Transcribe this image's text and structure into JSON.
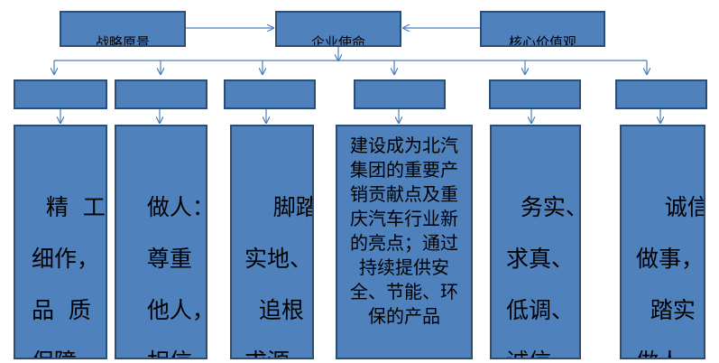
{
  "diagram": {
    "top_row": {
      "vision": "战略原景",
      "mission": "企业使命",
      "values": "核心价值观"
    },
    "columns": [
      {
        "header": "",
        "text": "精  工\n细作，\n品  质\n保障，"
      },
      {
        "header": "",
        "text": "做人：\n  尊重\n  他人，\n  相信"
      },
      {
        "header": "",
        "text": "  脚踏\n实地、\n  追根\n求源、"
      },
      {
        "header": "",
        "text": "建设成为北汽集团的重要产销贡献点及重庆汽车行业新的亮点；通过持续提供安全、节能、环保的产品"
      },
      {
        "header": "",
        "text": "务实、\n求真、\n低调、\n诚信"
      },
      {
        "header": "",
        "text": "  诚信\n做事，\n  踏实\n做人，"
      }
    ],
    "colors": {
      "box_fill": "#4f81bd",
      "box_border": "#2c4d75",
      "connector": "#4a7ebb"
    }
  }
}
